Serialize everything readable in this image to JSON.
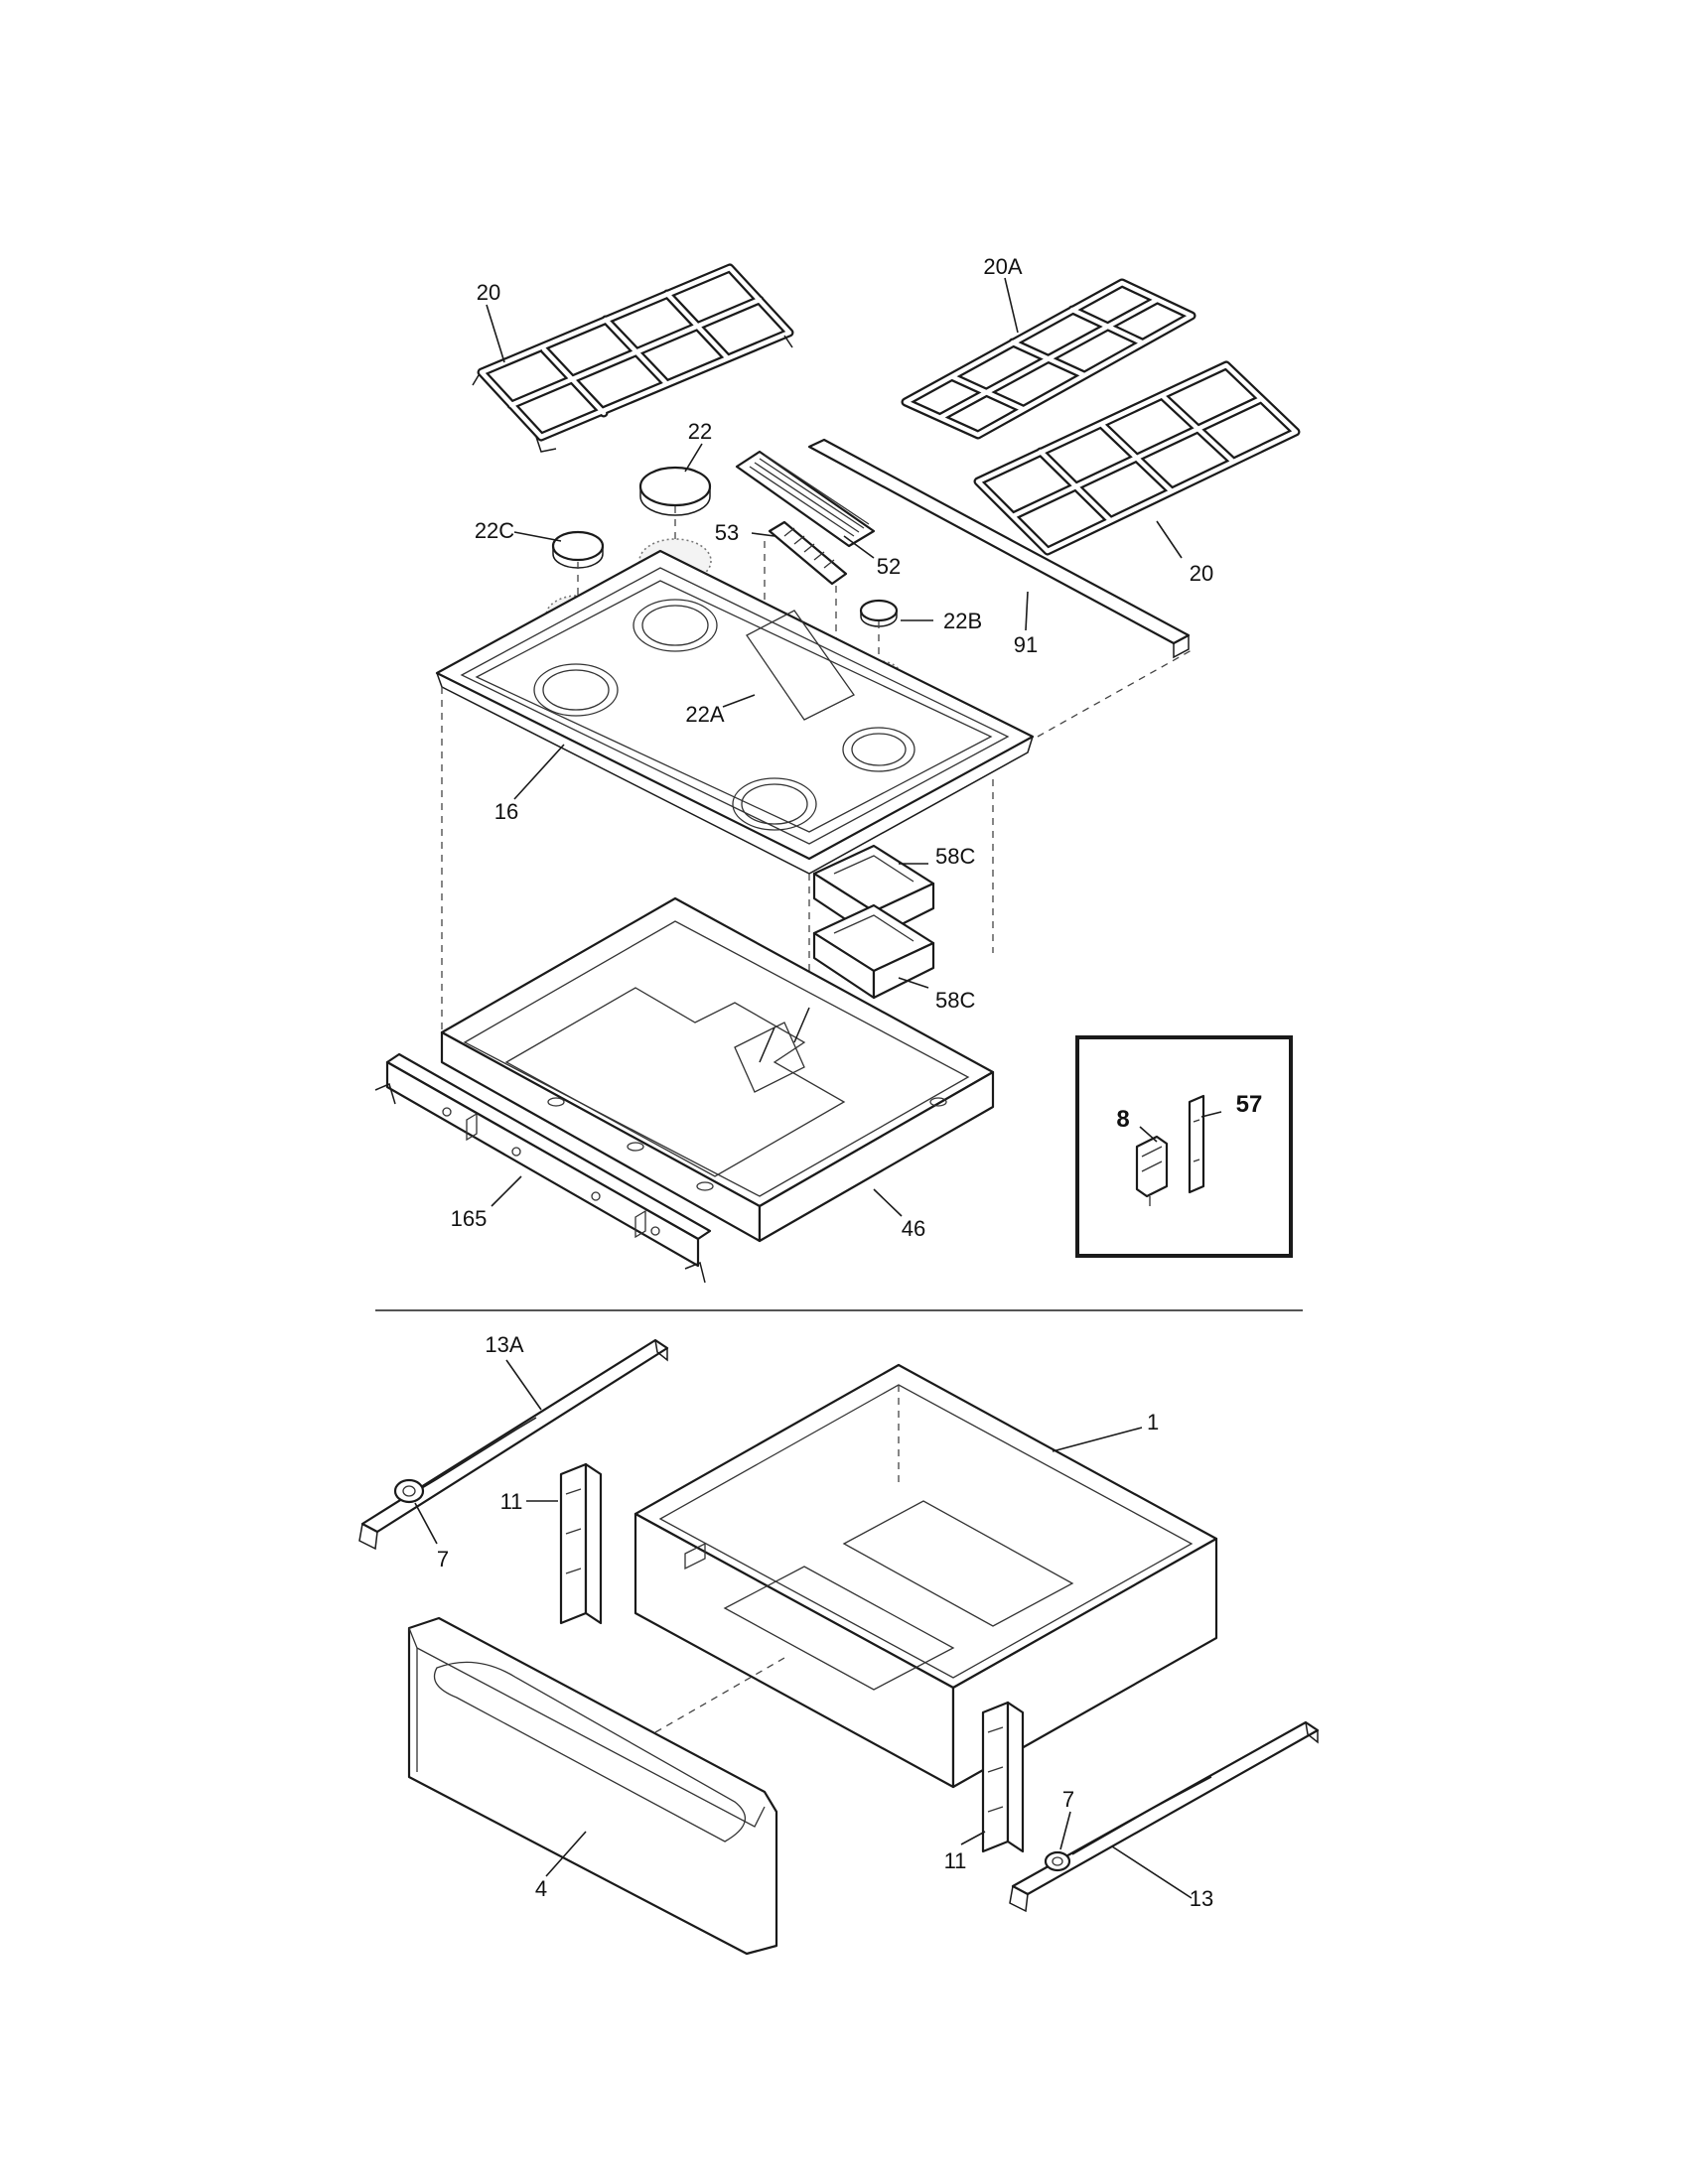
{
  "callouts": [
    {
      "key": "c20a",
      "text": "20"
    },
    {
      "key": "c20b",
      "text": "20"
    },
    {
      "key": "c20A",
      "text": "20A"
    },
    {
      "key": "c22",
      "text": "22"
    },
    {
      "key": "c22A",
      "text": "22A"
    },
    {
      "key": "c22B",
      "text": "22B"
    },
    {
      "key": "c22C",
      "text": "22C"
    },
    {
      "key": "c53",
      "text": "53"
    },
    {
      "key": "c52",
      "text": "52"
    },
    {
      "key": "c91",
      "text": "91"
    },
    {
      "key": "c16",
      "text": "16"
    },
    {
      "key": "c58Ca",
      "text": "58C"
    },
    {
      "key": "c58Cb",
      "text": "58C"
    },
    {
      "key": "c46",
      "text": "46"
    },
    {
      "key": "c165",
      "text": "165"
    },
    {
      "key": "c8",
      "text": "8"
    },
    {
      "key": "c57",
      "text": "57"
    },
    {
      "key": "c13A",
      "text": "13A"
    },
    {
      "key": "c7a",
      "text": "7"
    },
    {
      "key": "c11a",
      "text": "11"
    },
    {
      "key": "c1",
      "text": "1"
    },
    {
      "key": "c4",
      "text": "4"
    },
    {
      "key": "c11b",
      "text": "11"
    },
    {
      "key": "c7b",
      "text": "7"
    },
    {
      "key": "c13",
      "text": "13"
    }
  ]
}
